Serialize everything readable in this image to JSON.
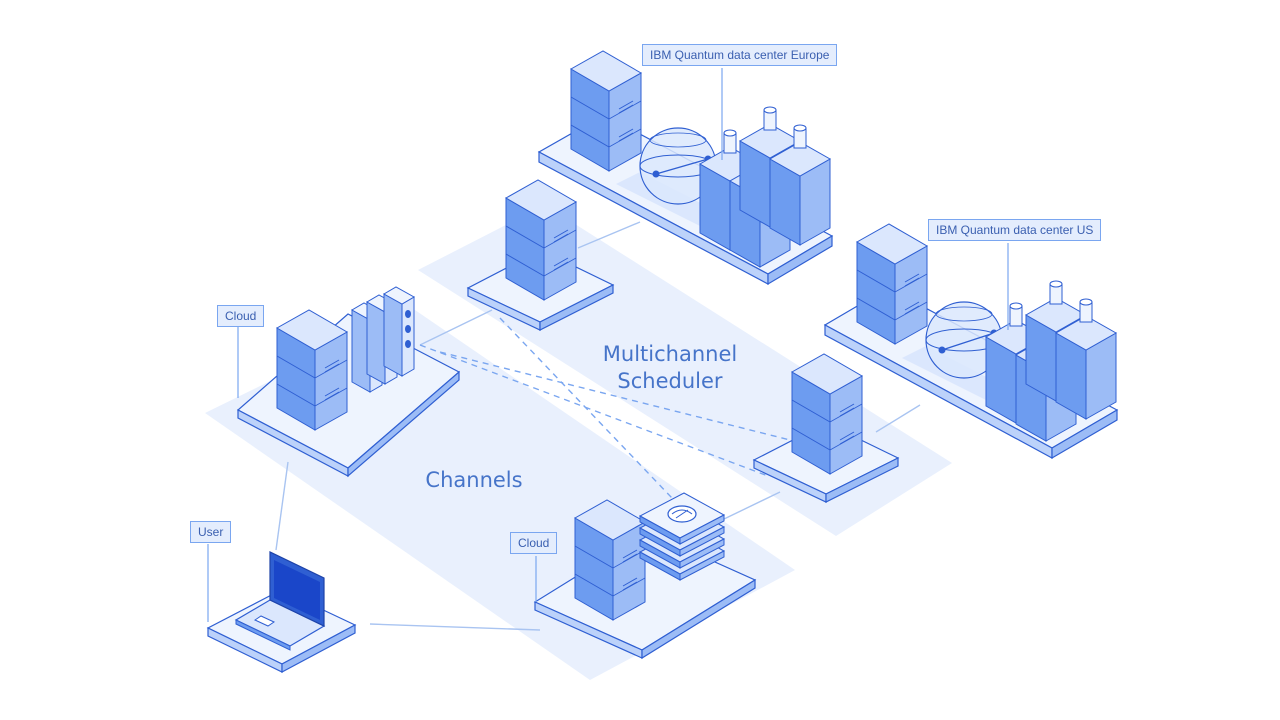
{
  "labels": {
    "cloud_top": "Cloud",
    "cloud_bottom": "Cloud",
    "user": "User",
    "dc_europe": "IBM Quantum data center  Europe",
    "dc_us": "IBM Quantum data center  US",
    "multichannel_line1": "Multichannel",
    "multichannel_line2": "Scheduler",
    "channels": "Channels"
  },
  "colors": {
    "plane": "#e9f0fd",
    "platform_top": "#eef4fe",
    "platform_side": "#bcd2fa",
    "server_front": "#6d9cf0",
    "server_side": "#9cbcf6",
    "server_top": "#dbe7fd",
    "accent": "#2f5fd2",
    "line": "#a9c4f1"
  }
}
